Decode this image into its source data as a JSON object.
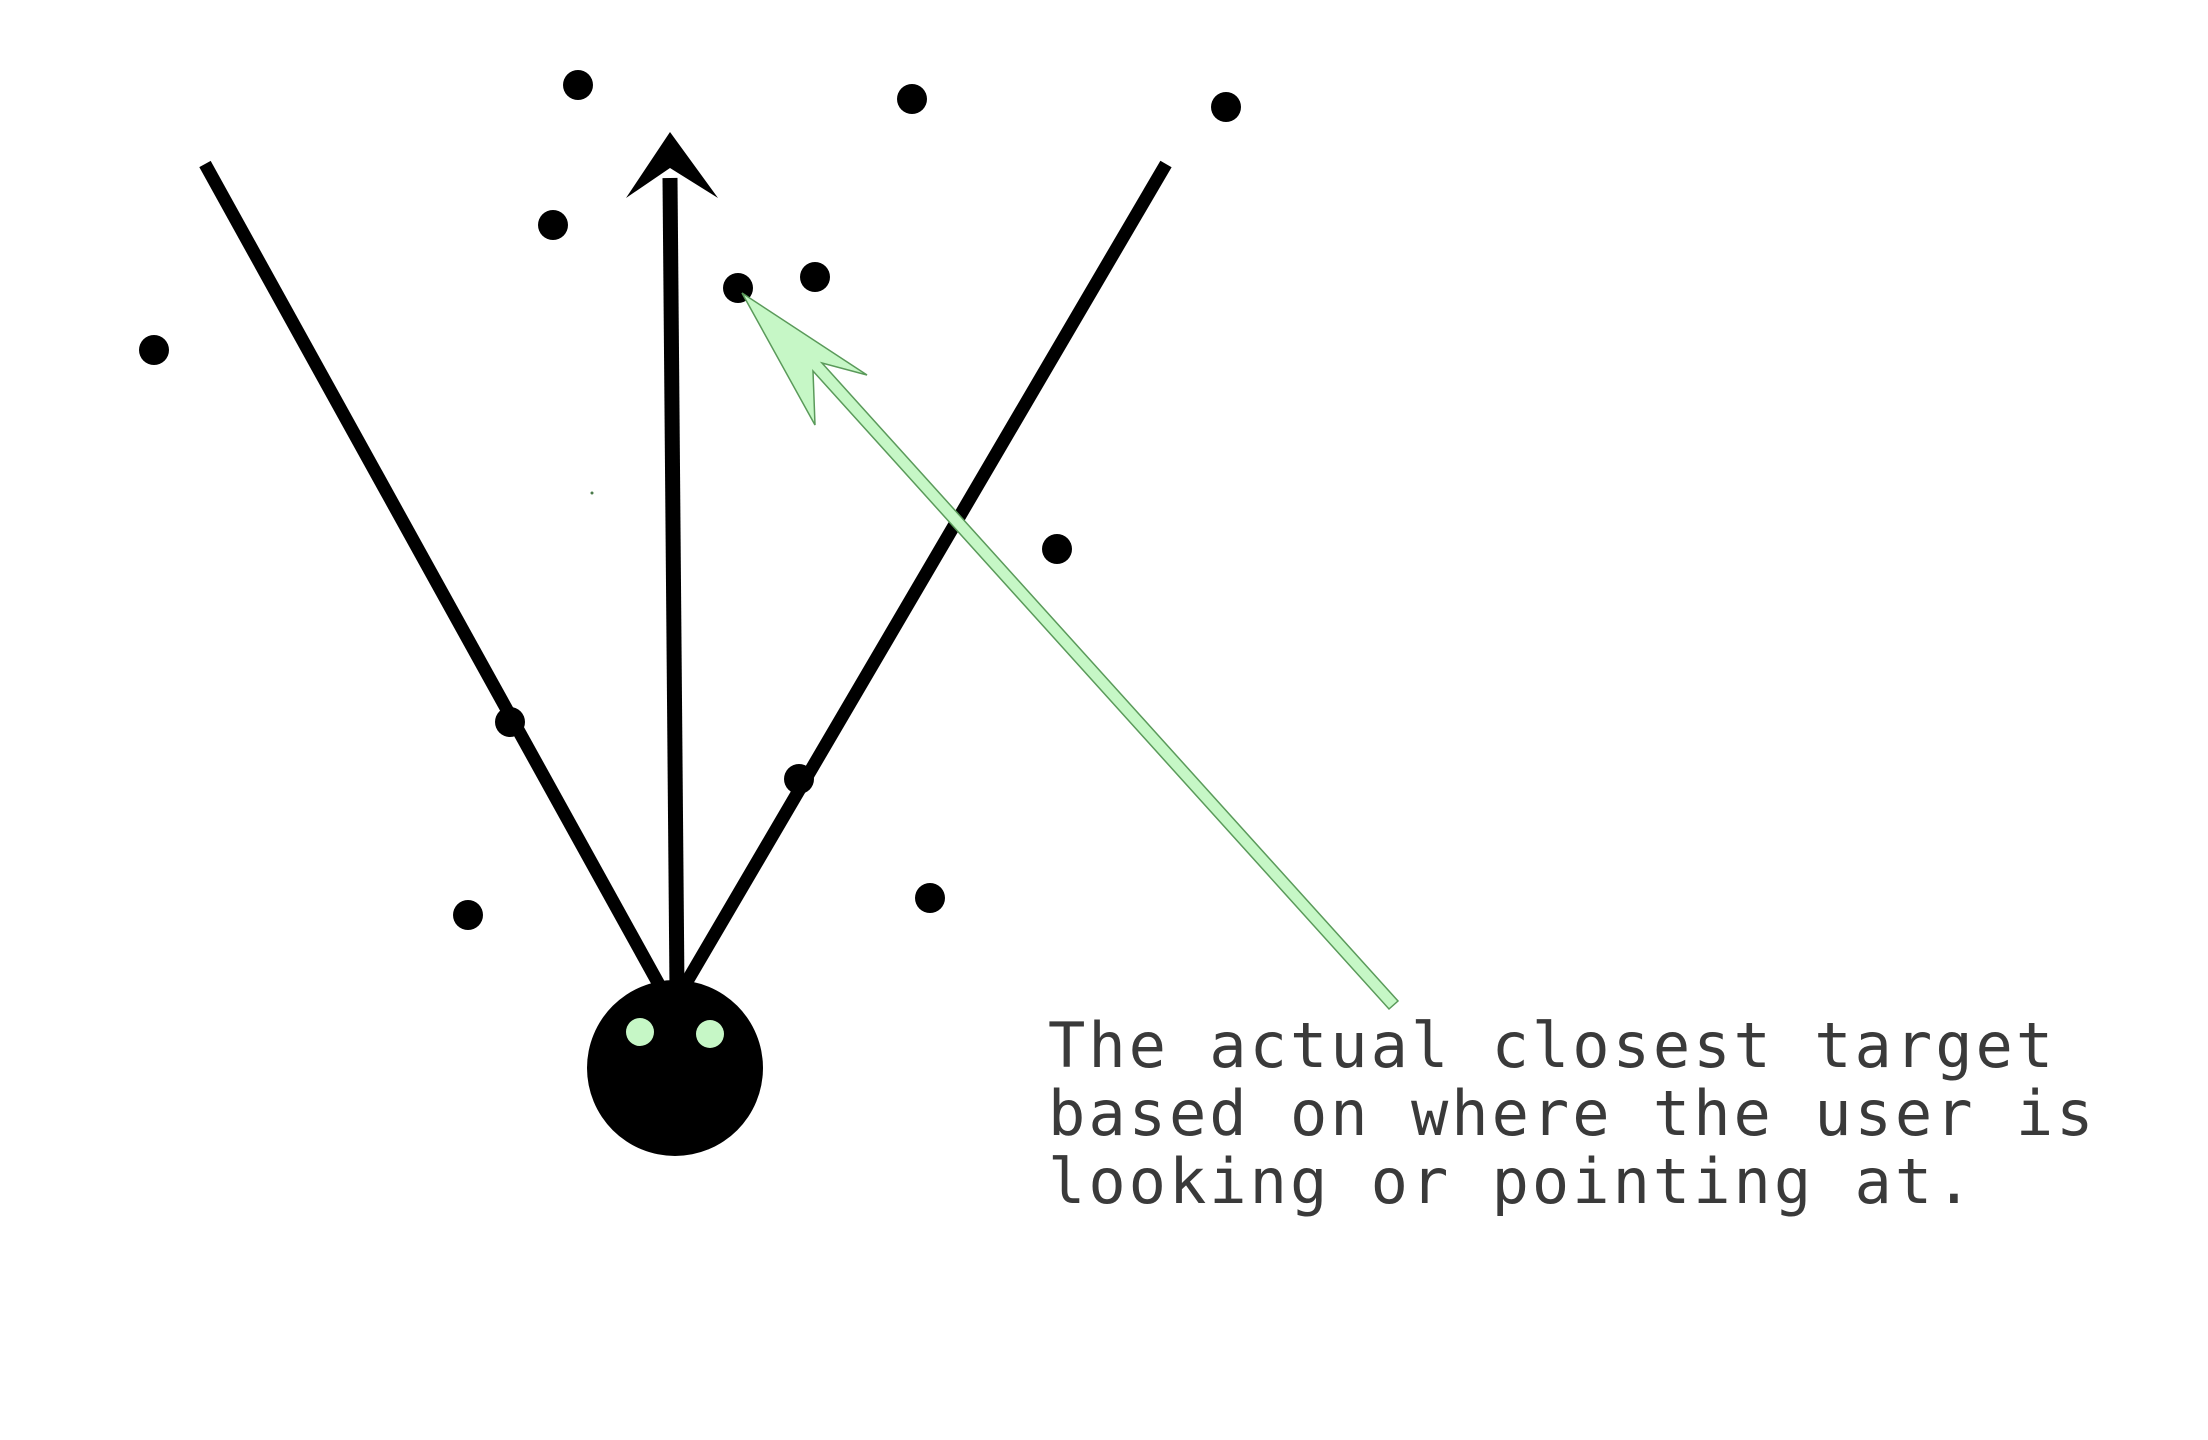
{
  "caption": {
    "lines": [
      "The actual closest target",
      "based on where the user is",
      "looking or pointing at."
    ]
  },
  "colors": {
    "ink": "#000000",
    "highlight": "#c6f7c6",
    "highlight_stroke": "#5a9a5a",
    "eye": "#c6f7c6",
    "text": "#3a3a3a"
  },
  "icons": {
    "user": "user-head-icon",
    "direction": "arrow-up-icon",
    "pointer": "arrow-pointer-icon"
  }
}
